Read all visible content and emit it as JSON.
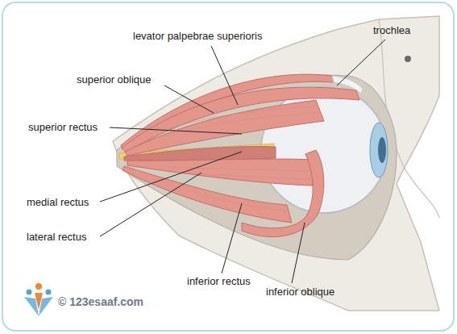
{
  "diagram": {
    "labels": [
      "levator palpebrae superioris",
      "trochlea",
      "superior oblique",
      "superior rectus",
      "medial rectus",
      "lateral rectus",
      "inferior rectus",
      "inferior oblique",
      "© 123esaaf.com"
    ]
  }
}
